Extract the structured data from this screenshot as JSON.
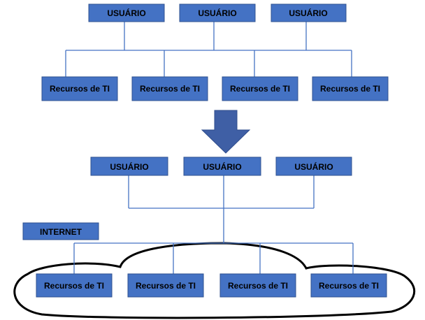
{
  "top": {
    "users": [
      "USUÁRIO",
      "USUÁRIO",
      "USUÁRIO"
    ],
    "resources": [
      "Recursos de TI",
      "Recursos de TI",
      "Recursos de TI",
      "Recursos de TI"
    ]
  },
  "bottom": {
    "users": [
      "USUÁRIO",
      "USUÁRIO",
      "USUÁRIO"
    ],
    "internet_label": "INTERNET",
    "resources": [
      "Recursos de TI",
      "Recursos de TI",
      "Recursos de TI",
      "Recursos de TI"
    ]
  },
  "colors": {
    "box_fill": "#4472c4",
    "connector": "#4472c4",
    "arrow": "#3f5fa5"
  }
}
